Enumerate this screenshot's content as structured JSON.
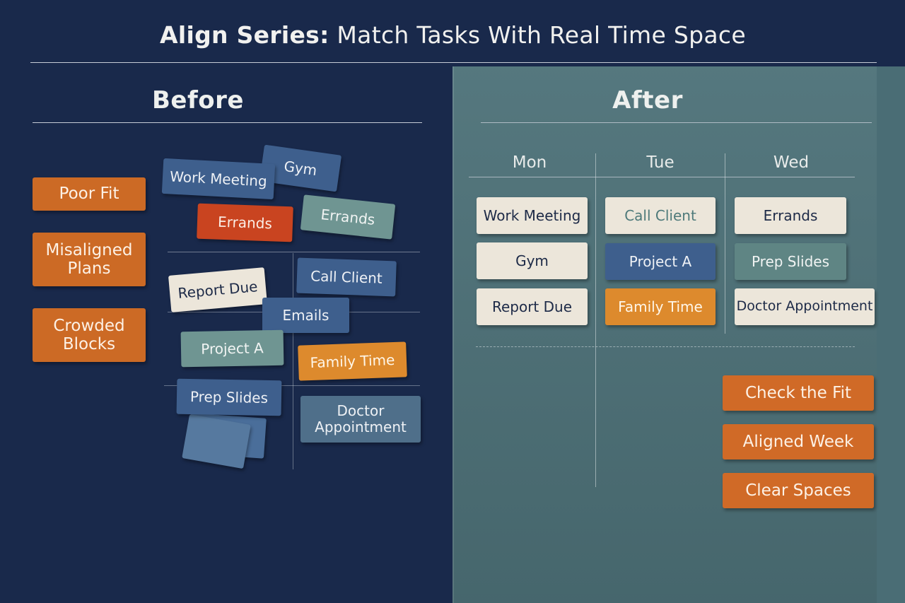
{
  "title": {
    "lead": "Align Series:",
    "rest": " Match Tasks With Real Time Space"
  },
  "before": {
    "heading": "Before",
    "labels": [
      "Poor Fit",
      "Misaligned\nPlans",
      "Crowded\nBlocks"
    ],
    "cards": {
      "work_meeting": "Work Meeting",
      "gym": "Gym",
      "errands_red": "Errands",
      "errands_teal": "Errands",
      "report_due": "Report Due",
      "call_client": "Call Client",
      "emails": "Emails",
      "project_a": "Project A",
      "family_time": "Family Time",
      "prep_slides": "Prep Slides",
      "doctor_appointment": "Doctor\nAppointment"
    }
  },
  "after": {
    "heading": "After",
    "days": [
      "Mon",
      "Tue",
      "Wed"
    ],
    "mon": [
      "Work Meeting",
      "Gym",
      "Report Due"
    ],
    "tue": [
      "Call Client",
      "Project A",
      "Family Time"
    ],
    "wed": [
      "Errands",
      "Prep Slides",
      "Doctor Appointment"
    ],
    "buttons": [
      "Check the Fit",
      "Aligned Week",
      "Clear Spaces"
    ]
  },
  "colors": {
    "background": "#19294b",
    "after_panel": "#4e7279",
    "accent_orange": "#d06a27",
    "card_cream": "#ece6da"
  }
}
